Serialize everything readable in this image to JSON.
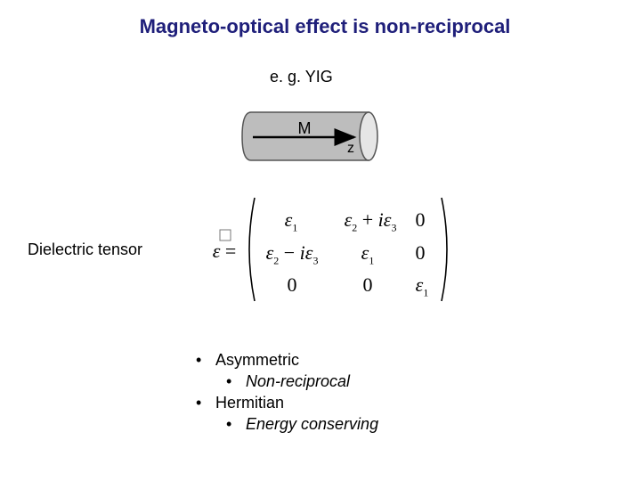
{
  "slide": {
    "title": "Magneto-optical effect is non-reciprocal",
    "subtitle": "e. g. YIG"
  },
  "figure": {
    "m_label": "M",
    "z_label": "z",
    "colors": {
      "body": "#bdbdbd",
      "end_cap": "#e6e6e6",
      "outline": "#555555",
      "arrow": "#000000"
    }
  },
  "tensor": {
    "label": "Dielectric tensor",
    "lhs": "ε =",
    "matrix": [
      [
        "ε1",
        "ε2 + iε3",
        "0"
      ],
      [
        "ε2 − iε3",
        "ε1",
        "0"
      ],
      [
        "0",
        "0",
        "ε1"
      ]
    ]
  },
  "bullets": [
    {
      "level": 1,
      "text": "Asymmetric"
    },
    {
      "level": 2,
      "text": "Non-reciprocal"
    },
    {
      "level": 1,
      "text": "Hermitian"
    },
    {
      "level": 2,
      "text": "Energy conserving"
    }
  ]
}
